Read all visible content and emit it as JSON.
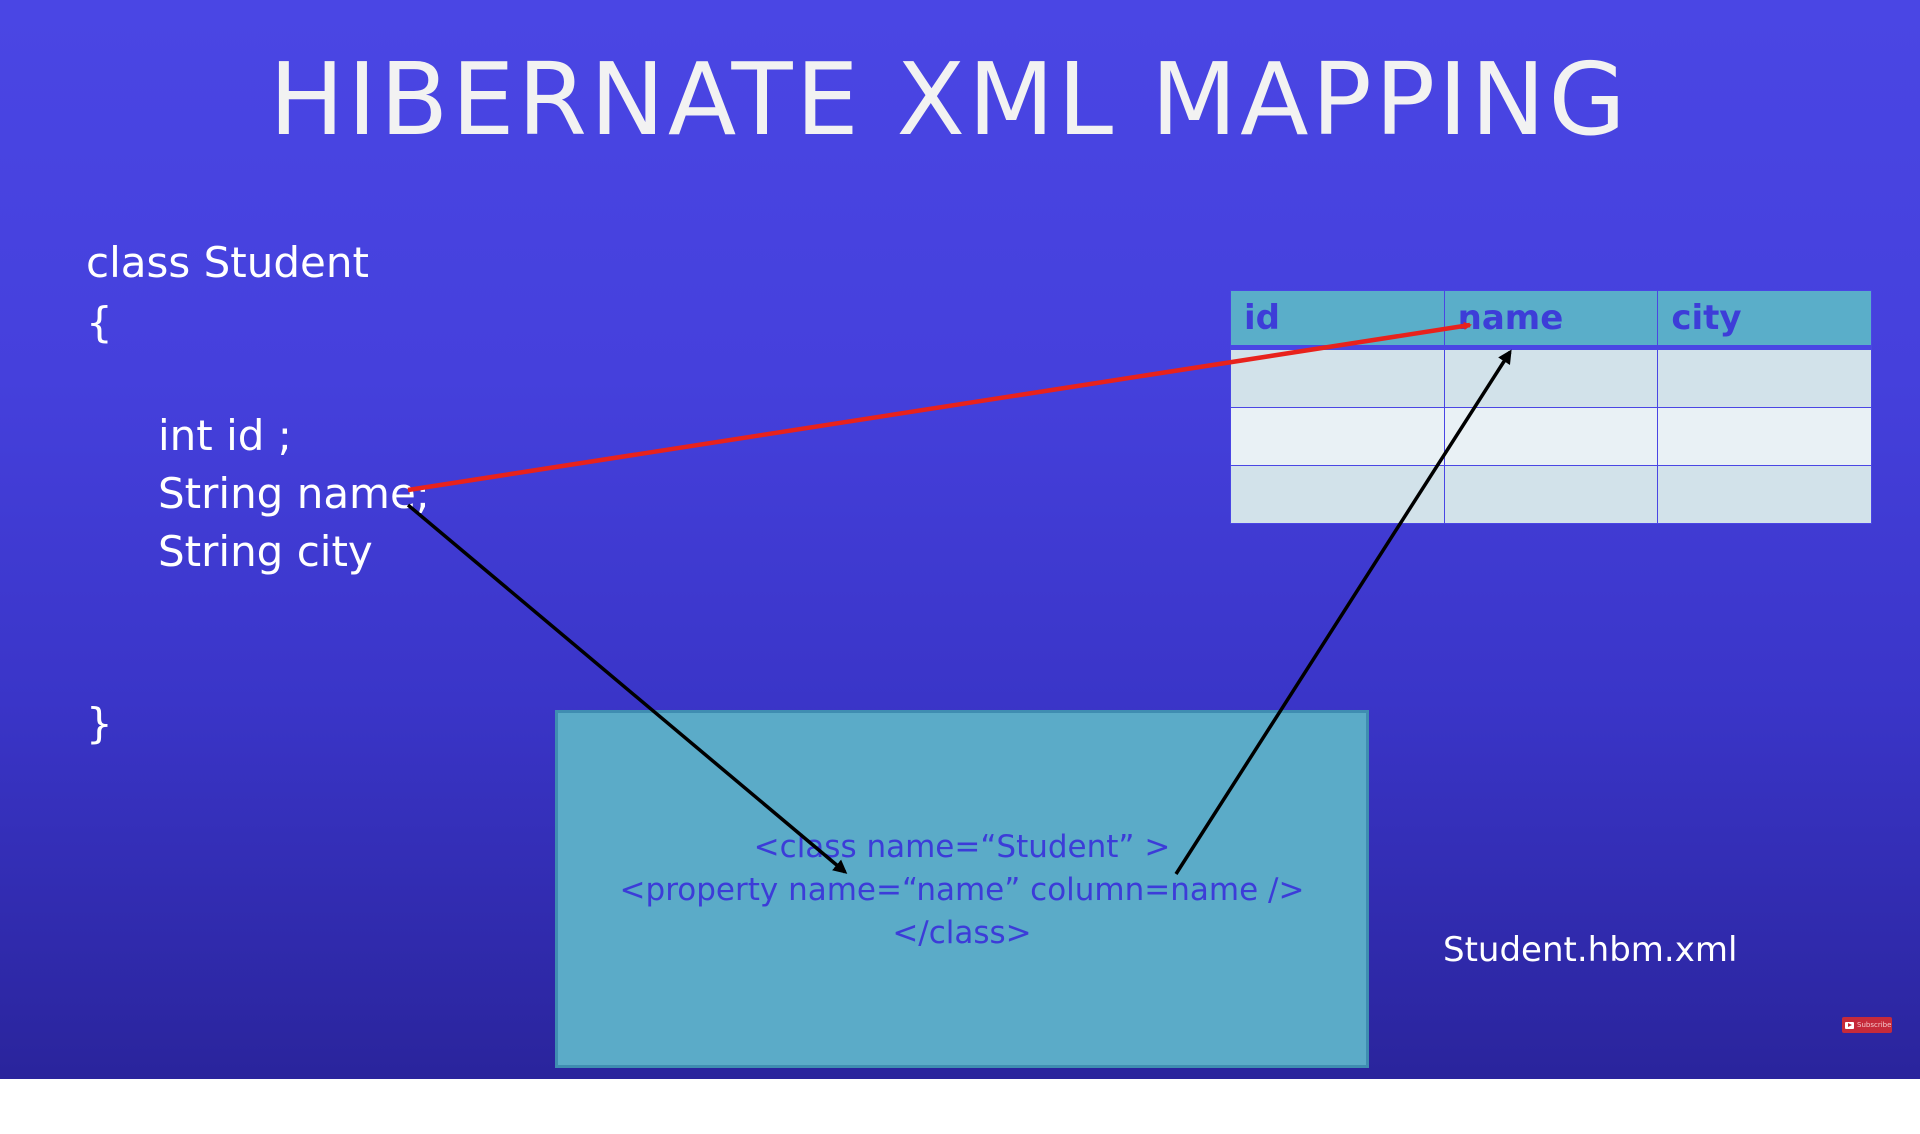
{
  "slide": {
    "title": "HIBERNATE XML MAPPING"
  },
  "java_class": {
    "declaration": "class Student",
    "open_brace": "{",
    "fields": [
      "int id ;",
      "String name;",
      "String city"
    ],
    "close_brace": "}"
  },
  "db_table": {
    "columns": [
      "id",
      "name",
      "city"
    ],
    "empty_rows": 3,
    "header_color": "#5aaec9",
    "header_text_color": "#3d3dd8"
  },
  "xml_mapping": {
    "lines": [
      "<class name=“Student” >",
      "<property name=“name” column=name />",
      "</class>"
    ],
    "box_color": "#5babc8",
    "text_color": "#3c3cd8"
  },
  "file_label": "Student.hbm.xml",
  "arrows": {
    "field_to_column_color": "#e8221c",
    "mapping_flow_color": "#000000"
  },
  "subscribe_badge": {
    "label": "Subscribe",
    "icon": "play-icon",
    "color": "#c62a3a"
  }
}
